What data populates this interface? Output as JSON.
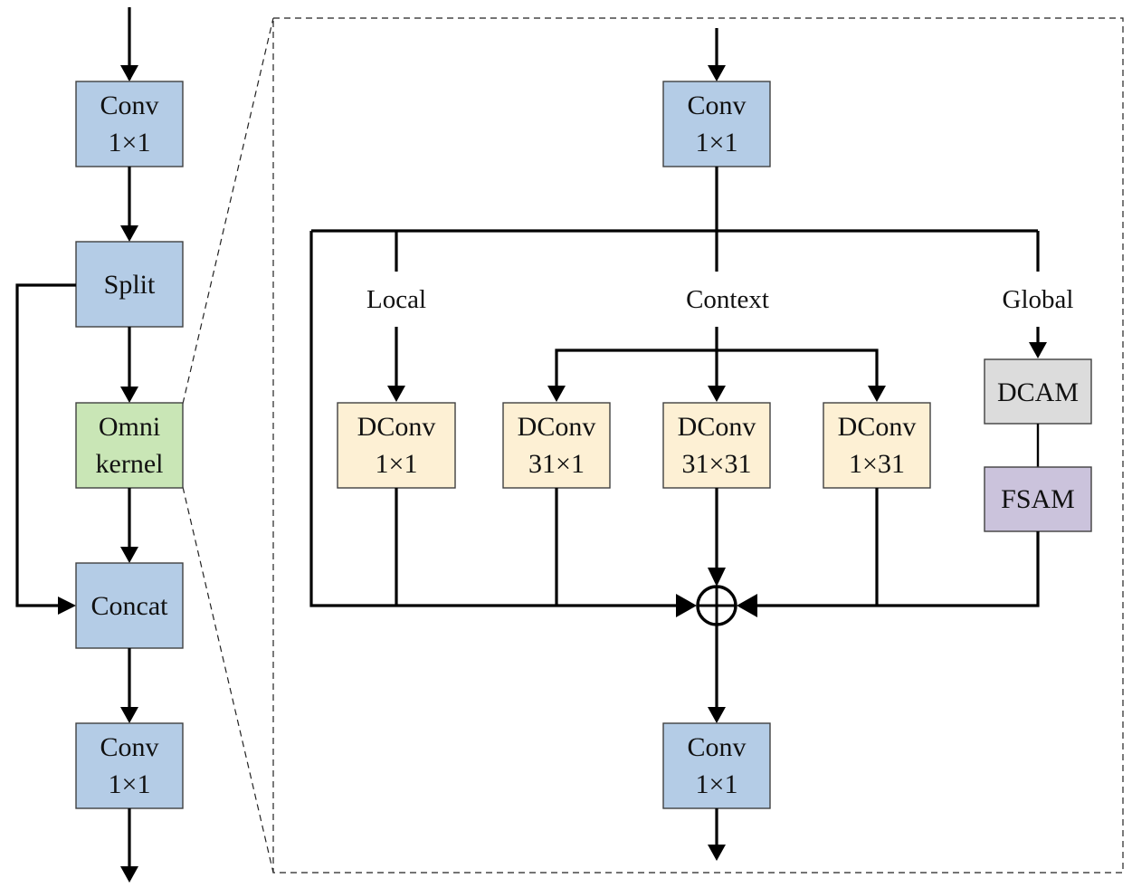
{
  "diagram": {
    "colors": {
      "conv": "#b4cce6",
      "omni": "#c9e6b6",
      "dconv": "#fdf0d4",
      "dcam": "#dcdcdc",
      "fsam": "#cbc3dc",
      "line": "#000000"
    },
    "left_pipeline": {
      "conv_in": {
        "line1": "Conv",
        "line2": "1×1"
      },
      "split": {
        "line1": "Split"
      },
      "omni_kernel": {
        "line1": "Omni",
        "line2": "kernel"
      },
      "concat": {
        "line1": "Concat"
      },
      "conv_out": {
        "line1": "Conv",
        "line2": "1×1"
      }
    },
    "omni_kernel_detail": {
      "conv_in": {
        "line1": "Conv",
        "line2": "1×1"
      },
      "branch_labels": {
        "local": "Local",
        "context": "Context",
        "global": "Global"
      },
      "dconv_local": {
        "line1": "DConv",
        "line2": "1×1"
      },
      "dconv_31x1": {
        "line1": "DConv",
        "line2": "31×1"
      },
      "dconv_31x31": {
        "line1": "DConv",
        "line2": "31×31"
      },
      "dconv_1x31": {
        "line1": "DConv",
        "line2": "1×31"
      },
      "dcam": {
        "line1": "DCAM"
      },
      "fsam": {
        "line1": "FSAM"
      },
      "sum_symbol": "⊕",
      "conv_out": {
        "line1": "Conv",
        "line2": "1×1"
      }
    }
  }
}
